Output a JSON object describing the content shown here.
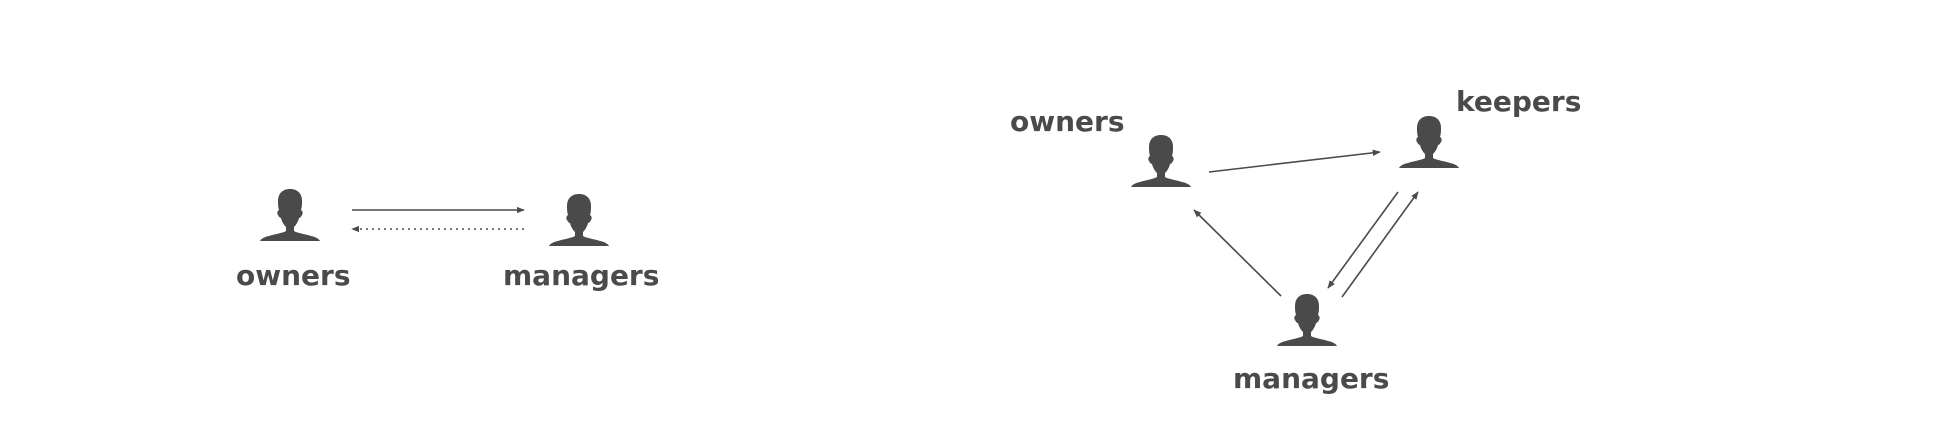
{
  "diagram_left": {
    "nodes": [
      {
        "id": "owners",
        "label": "owners",
        "icon": "person-icon"
      },
      {
        "id": "managers",
        "label": "managers",
        "icon": "person-icon"
      }
    ],
    "edges": [
      {
        "from": "owners",
        "to": "managers",
        "style": "solid"
      },
      {
        "from": "managers",
        "to": "owners",
        "style": "dotted"
      }
    ]
  },
  "diagram_right": {
    "nodes": [
      {
        "id": "owners",
        "label": "owners",
        "icon": "person-icon"
      },
      {
        "id": "keepers",
        "label": "keepers",
        "icon": "person-icon"
      },
      {
        "id": "managers",
        "label": "managers",
        "icon": "person-icon"
      }
    ],
    "edges": [
      {
        "from": "owners",
        "to": "keepers",
        "style": "solid"
      },
      {
        "from": "keepers",
        "to": "managers",
        "style": "solid"
      },
      {
        "from": "managers",
        "to": "keepers",
        "style": "solid"
      },
      {
        "from": "managers",
        "to": "owners",
        "style": "solid"
      }
    ]
  },
  "colors": {
    "icon": "#4a4a4a",
    "text": "#4a4a4a",
    "edge": "#4a4a4a"
  }
}
